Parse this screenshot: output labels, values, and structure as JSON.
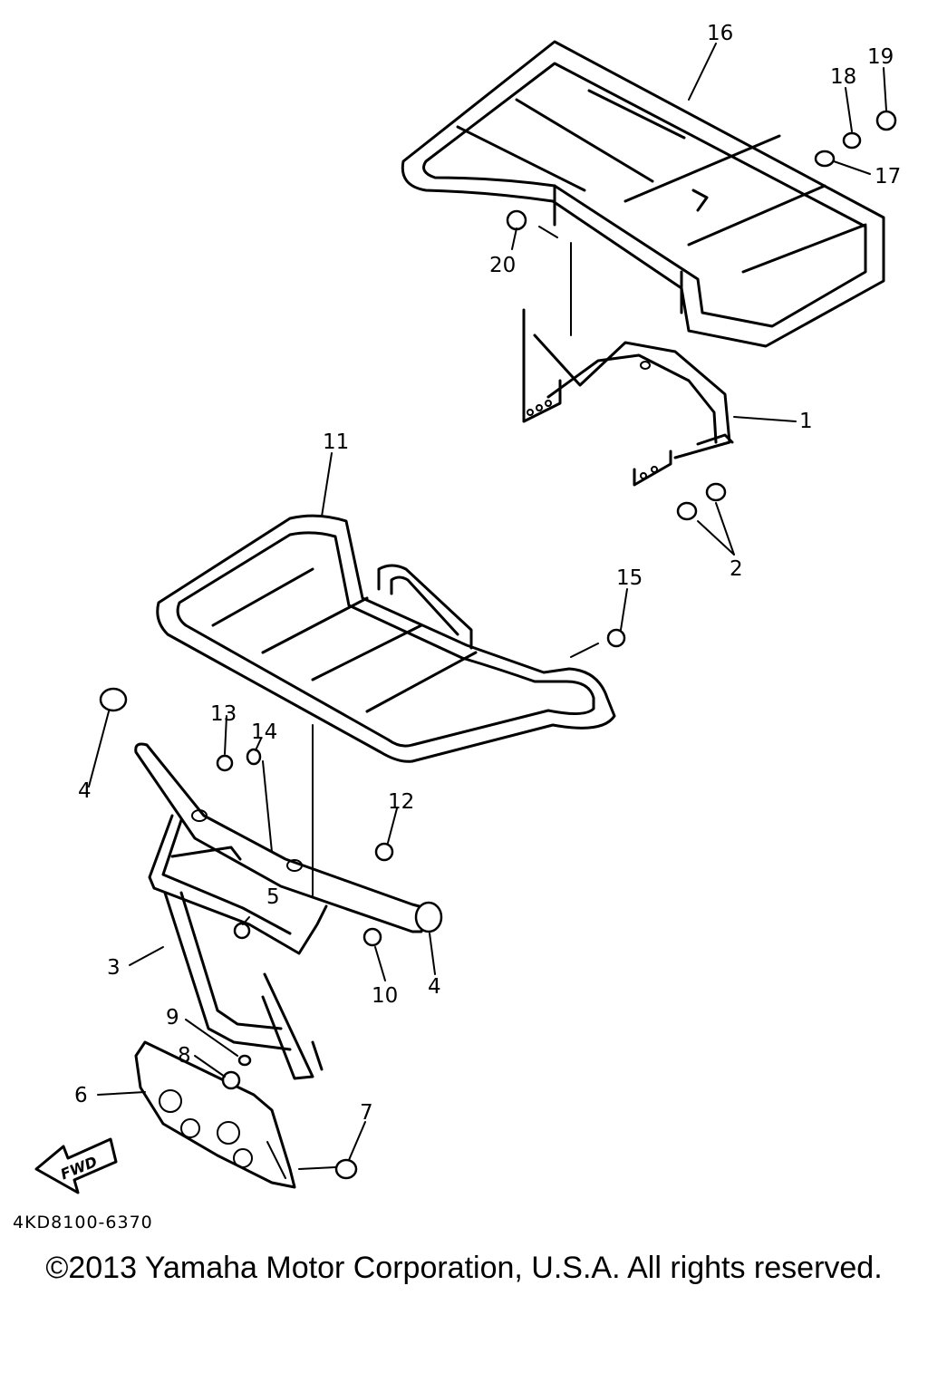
{
  "diagram": {
    "drawing_code": "4KD8100-6370",
    "copyright": "©2013 Yamaha Motor Corporation, U.S.A. All rights reserved.",
    "fwd_label": "FWD",
    "callouts": {
      "c1": "1",
      "c2": "2",
      "c3": "3",
      "c4a": "4",
      "c4b": "4",
      "c5": "5",
      "c6": "6",
      "c7": "7",
      "c8": "8",
      "c9": "9",
      "c10": "10",
      "c11": "11",
      "c12": "12",
      "c13": "13",
      "c14": "14",
      "c15": "15",
      "c16": "16",
      "c17": "17",
      "c18": "18",
      "c19": "19",
      "c20": "20"
    }
  }
}
